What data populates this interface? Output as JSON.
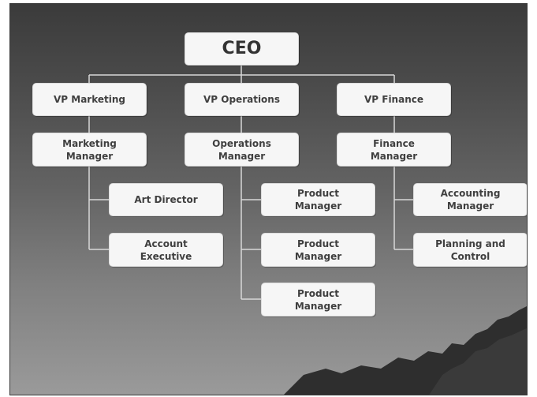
{
  "chart": {
    "ceo": "CEO",
    "vps": [
      {
        "label": "VP Marketing"
      },
      {
        "label": "VP Operations"
      },
      {
        "label": "VP Finance"
      }
    ],
    "managers": [
      {
        "label": "Marketing\nManager"
      },
      {
        "label": "Operations\nManager"
      },
      {
        "label": "Finance\nManager"
      }
    ],
    "marketing_reports": [
      {
        "label": "Art Director"
      },
      {
        "label": "Account\nExecutive"
      }
    ],
    "operations_reports": [
      {
        "label": "Product\nManager"
      },
      {
        "label": "Product\nManager"
      },
      {
        "label": "Product\nManager"
      }
    ],
    "finance_reports": [
      {
        "label": "Accounting\nManager"
      },
      {
        "label": "Planning and\nControl"
      }
    ]
  },
  "colors": {
    "box_fill": "#f6f6f6",
    "box_text": "#3f3f3f",
    "connector": "#d8d8d8",
    "background_top": "#3b3b3b",
    "background_bottom": "#9a9a9a"
  }
}
